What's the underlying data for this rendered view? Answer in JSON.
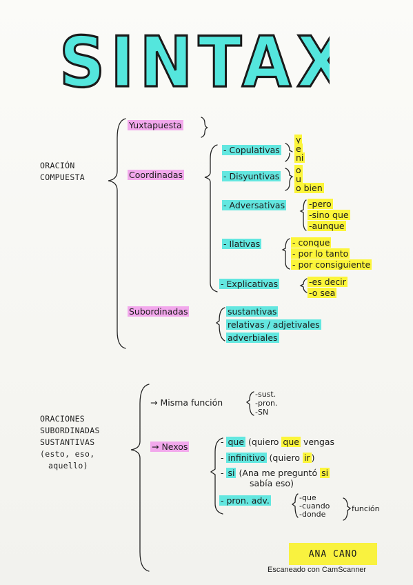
{
  "title": "SINTAXIS",
  "colors": {
    "accent_cyan": "#2ed8d0",
    "highlight_cyan": "#63e7e0",
    "highlight_pink": "#f2a8ec",
    "highlight_yellow": "#fcf53a",
    "ink": "#1c1c1c"
  },
  "section1": {
    "root_lines": [
      "ORACIÓN",
      "COMPUESTA"
    ],
    "yuxtapuesta": "Yuxtapuesta",
    "coordinadas": "Coordinadas",
    "copulativas": {
      "label": "- Copulativas",
      "items": [
        "y",
        "e",
        "ni"
      ]
    },
    "disyuntivas": {
      "label": "- Disyuntivas",
      "items": [
        "o",
        "u",
        "o bien"
      ]
    },
    "adversativas": {
      "label": "- Adversativas",
      "items": [
        "-pero",
        "-sino que",
        "-aunque"
      ]
    },
    "ilativas": {
      "label": "- Ilativas",
      "items": [
        "- conque",
        "- por lo tanto",
        "- por consiguiente"
      ]
    },
    "explicativas": {
      "label": "- Explicativas",
      "items": [
        "-es decir",
        "-o sea"
      ]
    },
    "subordinadas": "Subordinadas",
    "subordinadas_items": [
      "sustantivas",
      "relativas / adjetivales",
      "adverbiales"
    ]
  },
  "section2": {
    "root_lines": [
      "ORACIONES",
      "SUBORDINADAS",
      "SUSTANTIVAS",
      "(esto, eso,",
      "aquello)"
    ],
    "misma": {
      "label": "→ Misma función",
      "items": [
        "-sust.",
        "-pron.",
        "-SN"
      ]
    },
    "nexos": "→ Nexos",
    "que": {
      "pre": "- ",
      "hl": "que",
      "mid": " (quiero ",
      "hl2": "que",
      "post": " vengas"
    },
    "infinitivo": {
      "pre": "- ",
      "hl": "infinitivo",
      "mid": " (quiero ",
      "hl2": "ir",
      "post": ")"
    },
    "si": {
      "pre": "- ",
      "hl": "si",
      "mid": " (Ana me preguntó ",
      "hl2": "si",
      "line2": "sabía eso)"
    },
    "pron_adv": {
      "label": "- pron. adv.",
      "items": [
        "-que",
        "-cuando",
        "-donde"
      ],
      "funcion": "función"
    }
  },
  "footer": {
    "author": "ANA CANO",
    "watermark": "Escaneado con CamScanner"
  }
}
